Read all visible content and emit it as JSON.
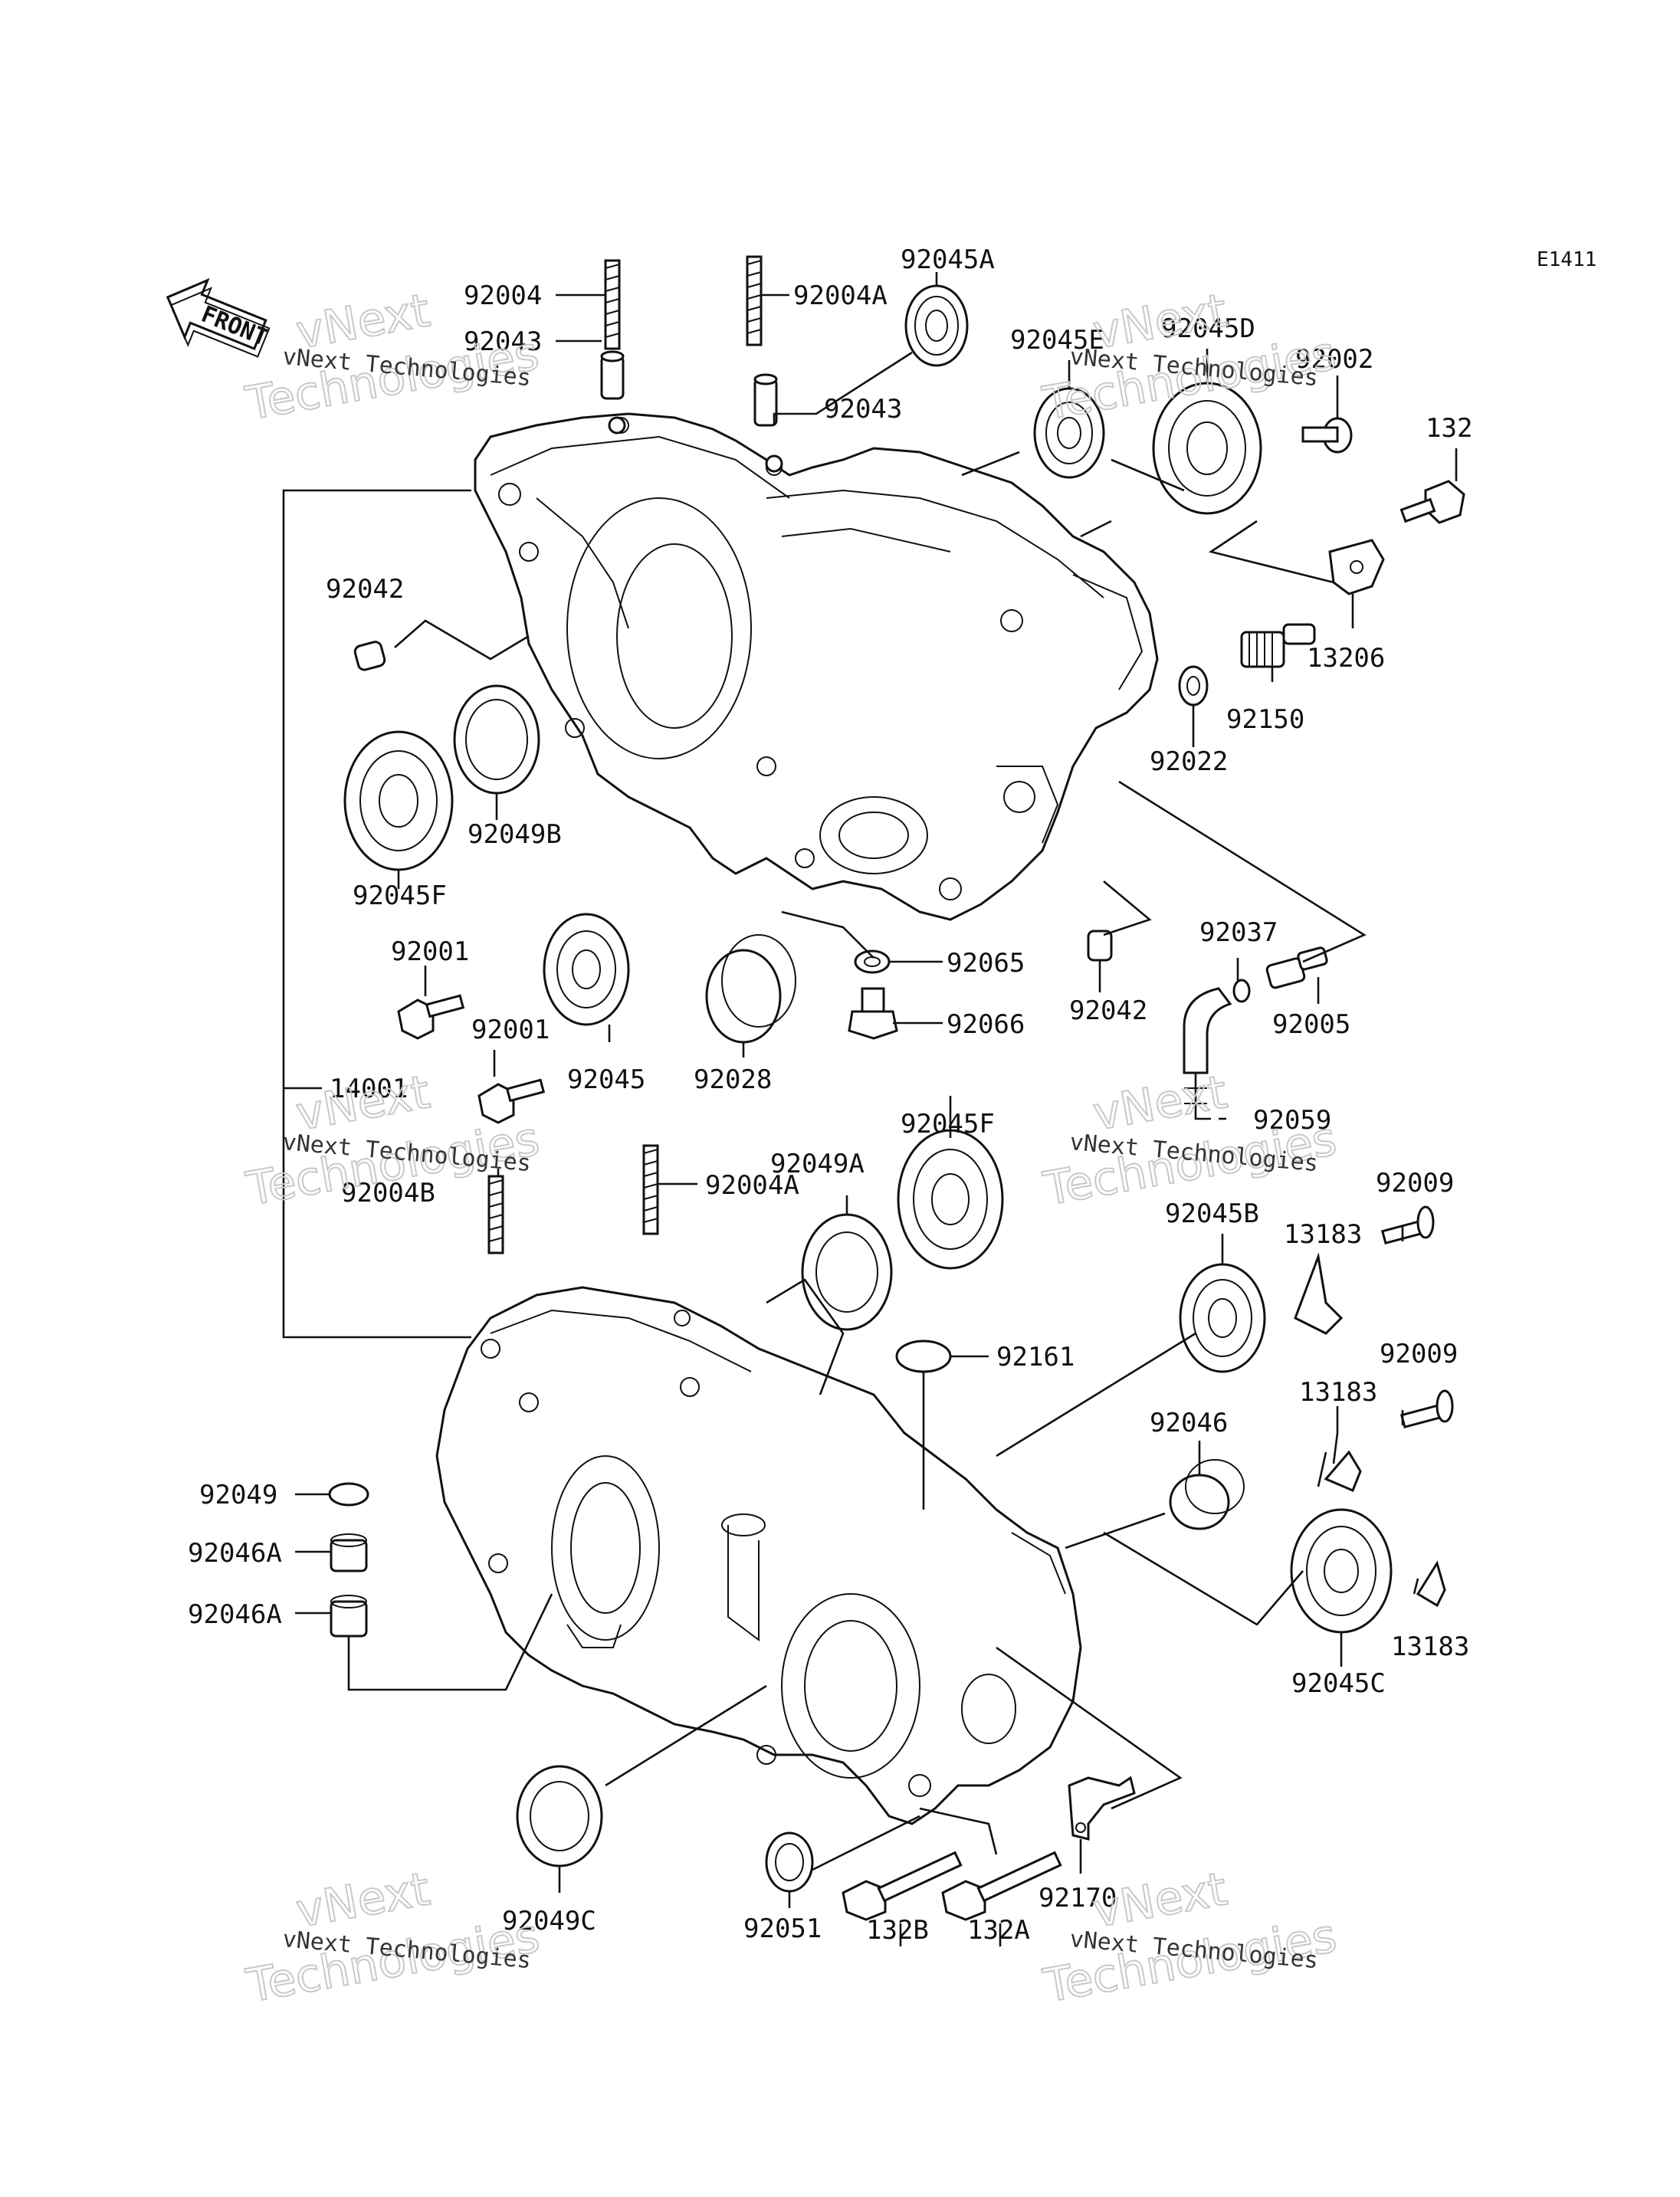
{
  "diagram_code": "E1411",
  "front_label": "FRONT",
  "watermark": {
    "line1": "vNext Technologies",
    "line2a": "vNext",
    "line2b": "Technologies"
  },
  "labels": {
    "p92004": "92004",
    "p92004A_top": "92004A",
    "p92045A": "92045A",
    "p92045E": "92045E",
    "p92045D": "92045D",
    "p92002": "92002",
    "p92043_left": "92043",
    "p92043_right": "92043",
    "p132": "132",
    "p92042_left": "92042",
    "p13206": "13206",
    "p92150": "92150",
    "p92022": "92022",
    "p92049B": "92049B",
    "p92045F_top": "92045F",
    "p92001_a": "92001",
    "p92001_b": "92001",
    "p92065": "92065",
    "p92066": "92066",
    "p92042_right": "92042",
    "p92037": "92037",
    "p92005": "92005",
    "p92045": "92045",
    "p92028": "92028",
    "p14001": "14001",
    "p92045F_mid": "92045F",
    "p92059": "92059",
    "p92049A": "92049A",
    "p92004B": "92004B",
    "p92004A_low": "92004A",
    "p92009_a": "92009",
    "p13183_a": "13183",
    "p92045B": "92045B",
    "p92161": "92161",
    "p92009_b": "92009",
    "p13183_b": "13183",
    "p92046": "92046",
    "p92049": "92049",
    "p92046A_a": "92046A",
    "p92046A_b": "92046A",
    "p13183_c": "13183",
    "p92045C": "92045C",
    "p92049C": "92049C",
    "p92051": "92051",
    "p132B": "132B",
    "p132A": "132A",
    "p92170": "92170"
  }
}
